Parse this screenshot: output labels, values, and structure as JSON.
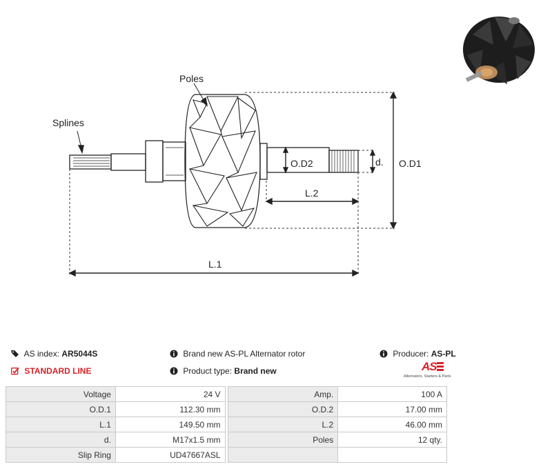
{
  "drawing": {
    "labels": {
      "poles": "Poles",
      "splines": "Splines",
      "od2": "O.D2",
      "d": "d.",
      "od1": "O.D1",
      "l2": "L.2",
      "l1": "L.1"
    }
  },
  "info": {
    "as_index_label": "AS index:",
    "as_index_value": "AR5044S",
    "standard_line": "STANDARD LINE",
    "description": "Brand new AS-PL Alternator rotor",
    "product_type_label": "Product type:",
    "product_type_value": "Brand new",
    "producer_label": "Producer:",
    "producer_value": "AS-PL"
  },
  "logo": {
    "text": "AS",
    "tagline": "Alternators, Starters & Parts"
  },
  "colors": {
    "accent_red": "#d62128",
    "label_cell": "#ebebeb",
    "border": "#c9c9c9"
  },
  "specs": [
    {
      "label1": "Voltage",
      "value1": "24 V",
      "label2": "Amp.",
      "value2": "100 A"
    },
    {
      "label1": "O.D.1",
      "value1": "112.30 mm",
      "label2": "O.D.2",
      "value2": "17.00 mm"
    },
    {
      "label1": "L.1",
      "value1": "149.50 mm",
      "label2": "L.2",
      "value2": "46.00 mm"
    },
    {
      "label1": "d.",
      "value1": "M17x1.5 mm",
      "label2": "Poles",
      "value2": "12 qty."
    },
    {
      "label1": "Slip Ring",
      "value1": "UD47667ASL",
      "label2": "",
      "value2": ""
    }
  ]
}
